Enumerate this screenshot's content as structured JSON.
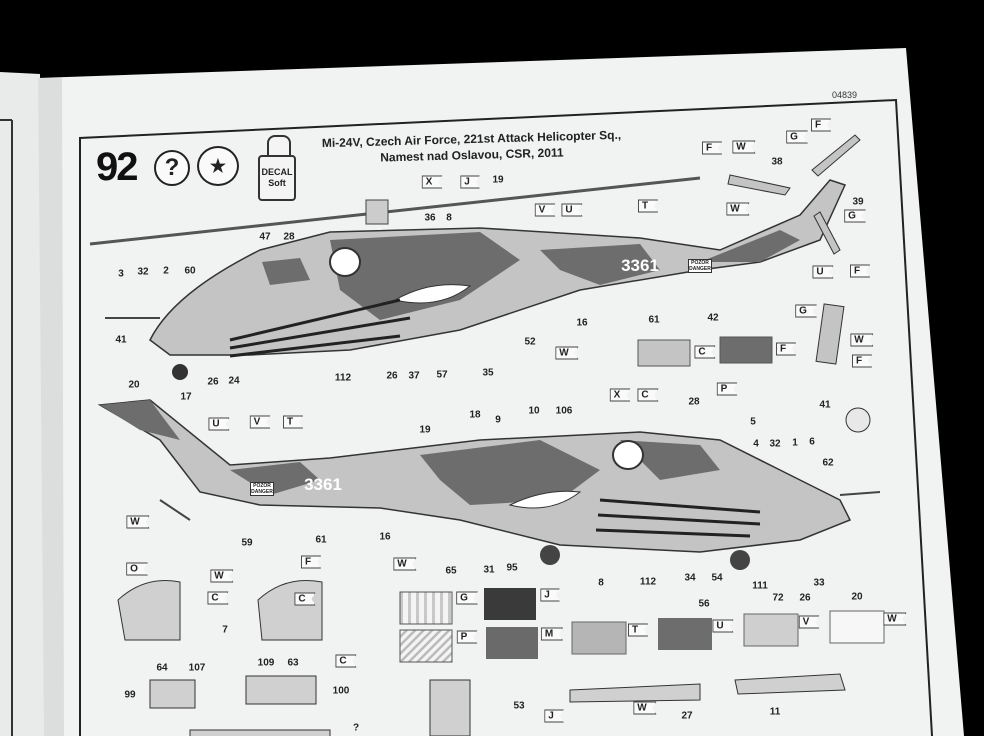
{
  "sheet_code": "04839",
  "step": {
    "number": "92",
    "help_symbol": "?",
    "decal_bottle": {
      "line1": "DECAL",
      "line2": "Soft"
    },
    "title_line1": "Mi-24V, Czech Air Force, 221st Attack Helicopter Sq.,",
    "title_line2": "Namest nad Oslavou, CSR, 2011"
  },
  "aircraft_number": "3361",
  "warning_text": "POZOR DANGER",
  "colors": {
    "paper": "#f1f2f2",
    "light_camo": "#c4c4c4",
    "dark_camo": "#6d6d6d",
    "black_swatch": "#3a3a3a"
  },
  "top_view_callouts": [
    "X",
    "J",
    "19",
    "36",
    "8",
    "47",
    "28",
    "V",
    "U",
    "T",
    "F",
    "W",
    "G",
    "F",
    "38",
    "W",
    "G",
    "39",
    "U",
    "F",
    "3",
    "32",
    "2",
    "60",
    "41",
    "20",
    "17",
    "26",
    "24",
    "112",
    "26",
    "37",
    "57",
    "35",
    "52",
    "W",
    "16",
    "61",
    "42",
    "G",
    "W",
    "F"
  ],
  "bottom_view_callouts": [
    "41",
    "P",
    "28",
    "X",
    "C",
    "10",
    "106",
    "9",
    "18",
    "19",
    "U",
    "V",
    "T",
    "5",
    "4",
    "32",
    "1",
    "6",
    "62",
    "W",
    "59",
    "61",
    "16",
    "W",
    "65",
    "31",
    "95",
    "8",
    "112",
    "34",
    "54",
    "56",
    "111",
    "72",
    "26",
    "33",
    "20"
  ],
  "detail_callouts": [
    "O",
    "W",
    "F",
    "C",
    "C",
    "7",
    "64",
    "107",
    "99",
    "109",
    "63",
    "C",
    "100",
    "53",
    "J",
    "W",
    "27",
    "11",
    "?"
  ],
  "swatches_top": [
    {
      "code": "C",
      "color": "#c4c4c4"
    },
    {
      "code": "F",
      "color": "#6d6d6d"
    }
  ],
  "legend_swatches": [
    {
      "code": "G",
      "pattern": "vertical-stripes"
    },
    {
      "code": "J",
      "color": "#3a3a3a"
    },
    {
      "code": "P",
      "pattern": "diagonal-hatch"
    },
    {
      "code": "M",
      "color": "#6a6a6a"
    },
    {
      "code": "T",
      "color": "#b5b5b5"
    },
    {
      "code": "U",
      "color": "#6d6d6d"
    },
    {
      "code": "V",
      "color": "#cfcfcf"
    },
    {
      "code": "W",
      "color": "#f4f4f4"
    }
  ]
}
